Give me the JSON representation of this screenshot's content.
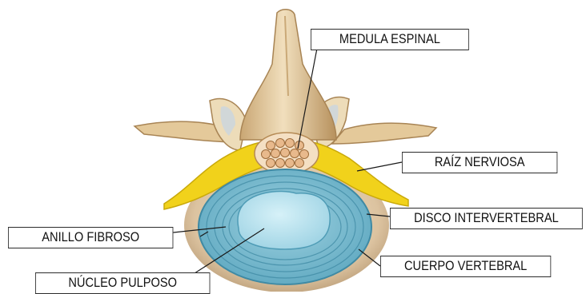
{
  "labels": {
    "spinal_cord": "MEDULA ESPINAL",
    "nerve_root": "RAÍZ NERVIOSA",
    "intervertebral_disc": "DISCO INTERVERTEBRAL",
    "annulus_fibrosus": "ANILLO FIBROSO",
    "vertebral_body": "CUERPO VERTEBRAL",
    "nucleus_pulposus": "NÚCLEO PULPOSO"
  },
  "colors": {
    "bone": "#e6cfa6",
    "bone_shadow": "#b99461",
    "nerve": "#f2d21a",
    "annulus": "#7ec3d6",
    "nucleus": "#bfe6f2",
    "cord_fascicle": "#e6b88e"
  }
}
